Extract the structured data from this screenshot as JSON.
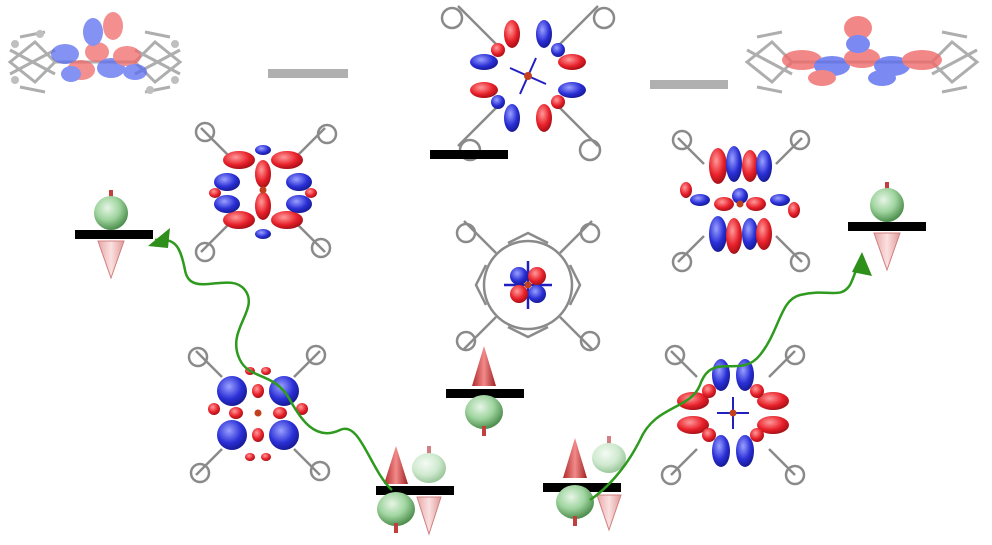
{
  "figure": {
    "colors": {
      "lobe_positive": "#e8202a",
      "lobe_negative": "#2a2fd6",
      "level_occupied": "#000000",
      "level_empty": "#b0b0b0",
      "spin_sphere": "#8fc98f",
      "spin_arrow": "#d44a4a",
      "transfer_path": "#2e9a1e",
      "skeleton": "#8a8a8a",
      "nitrogen": "#2020c0",
      "metal_center": "#c04020"
    },
    "molecules": [
      {
        "id": "side-view-left",
        "view": "side",
        "occupied": false
      },
      {
        "id": "top-view-center",
        "view": "top",
        "occupied": false
      },
      {
        "id": "side-view-right",
        "view": "side",
        "occupied": false
      },
      {
        "id": "orbital-left-upper",
        "view": "top",
        "occupied": true
      },
      {
        "id": "orbital-center-dz2",
        "view": "top",
        "occupied": true
      },
      {
        "id": "orbital-right-upper",
        "view": "top",
        "occupied": true
      },
      {
        "id": "orbital-left-lower",
        "view": "top",
        "occupied": true
      },
      {
        "id": "orbital-right-lower",
        "view": "top",
        "occupied": true
      }
    ],
    "spins": [
      {
        "id": "spin-left-upper",
        "direction": "down"
      },
      {
        "id": "spin-right-upper",
        "direction": "down"
      },
      {
        "id": "spin-center",
        "direction": "up"
      },
      {
        "id": "spin-left-lower-up",
        "direction": "up"
      },
      {
        "id": "spin-left-lower-down",
        "direction": "down"
      },
      {
        "id": "spin-right-lower-up",
        "direction": "up"
      },
      {
        "id": "spin-right-lower-down",
        "direction": "down"
      }
    ],
    "transfer_paths": 2
  }
}
